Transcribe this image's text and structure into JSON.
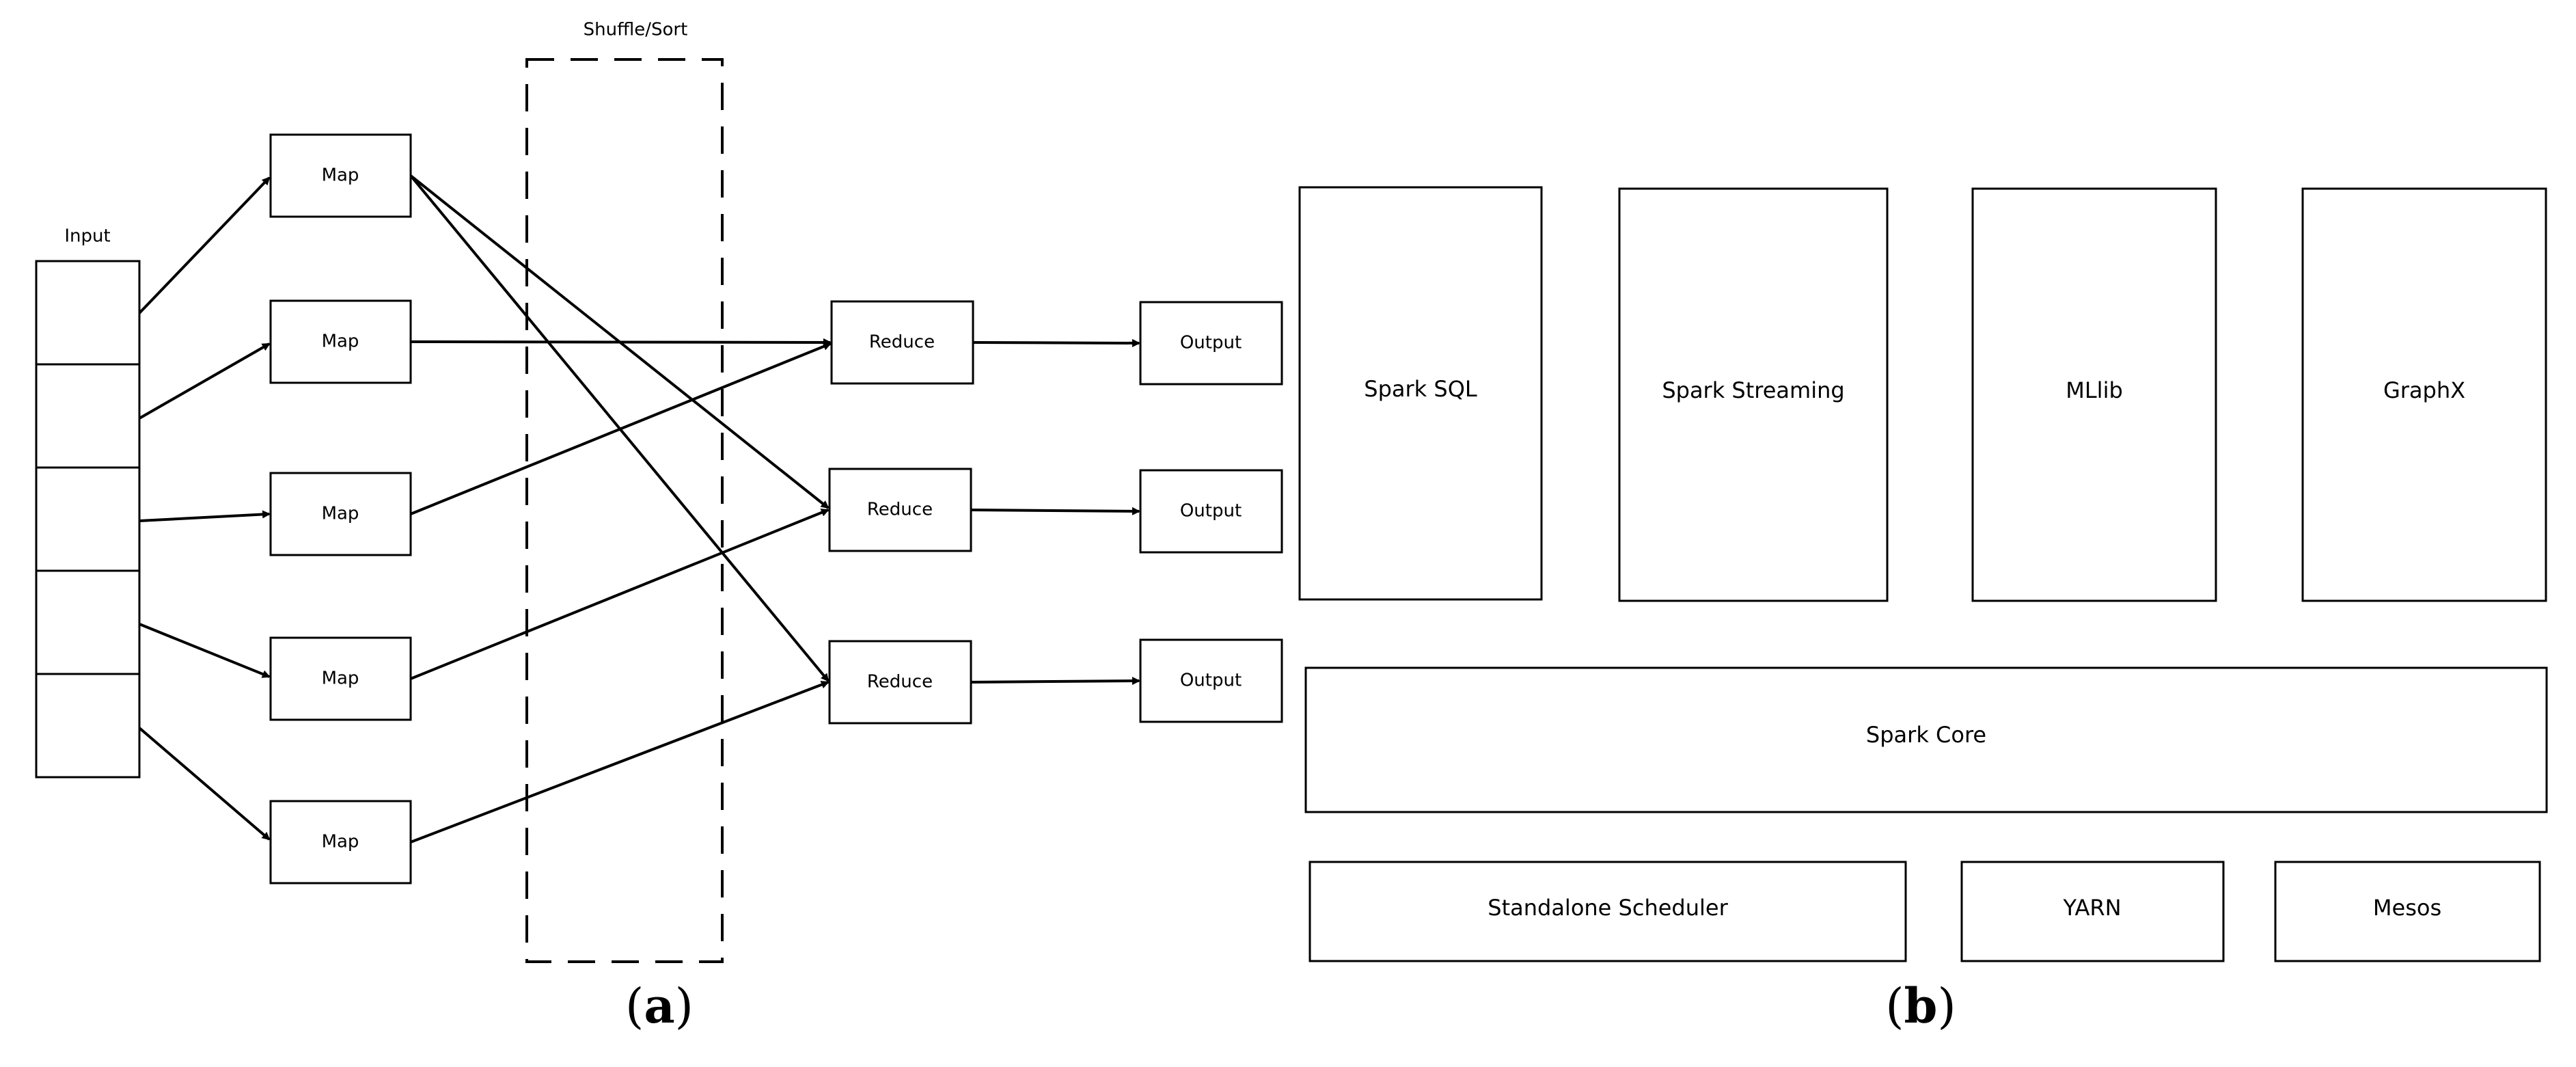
{
  "panel_a": {
    "input_label": "Input",
    "shuffle_label": "Shuffle/Sort",
    "map_labels": [
      "Map",
      "Map",
      "Map",
      "Map",
      "Map"
    ],
    "reduce_labels": [
      "Reduce",
      "Reduce",
      "Reduce"
    ],
    "output_labels": [
      "Output",
      "Output",
      "Output"
    ],
    "caption_letter": "a"
  },
  "panel_b": {
    "libraries": [
      "Spark SQL",
      "Spark Streaming",
      "MLlib",
      "GraphX"
    ],
    "core": "Spark Core",
    "schedulers": [
      "Standalone Scheduler",
      "YARN",
      "Mesos"
    ],
    "caption_letter": "b"
  }
}
